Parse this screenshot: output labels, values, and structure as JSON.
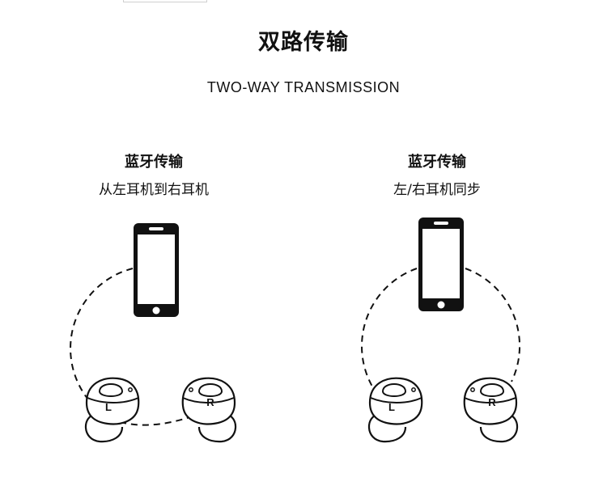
{
  "header": {
    "title": "双路传输",
    "subtitle": "TWO-WAY TRANSMISSION"
  },
  "panels": [
    {
      "heading": "蓝牙传输",
      "caption": "从左耳机到右耳机",
      "left_bud_label": "L",
      "right_bud_label": "R"
    },
    {
      "heading": "蓝牙传输",
      "caption": "左/右耳机同步",
      "left_bud_label": "L",
      "right_bud_label": "R"
    }
  ],
  "icons": {
    "phone": "smartphone-icon",
    "earbud": "earbud-icon"
  },
  "colors": {
    "ink": "#111111",
    "background": "#ffffff"
  }
}
